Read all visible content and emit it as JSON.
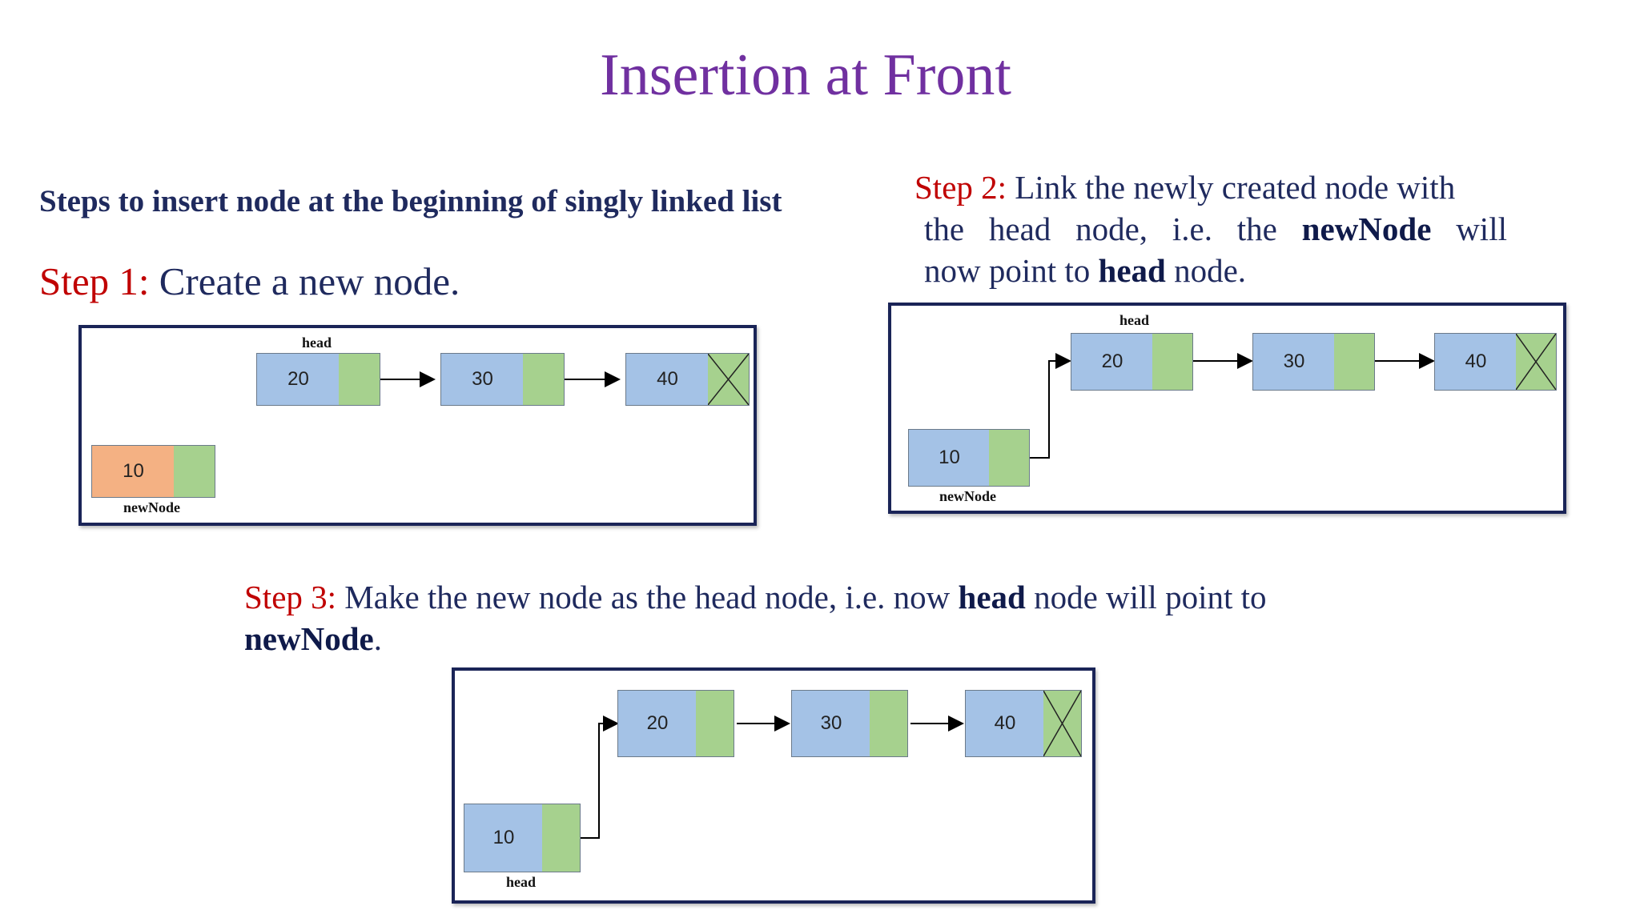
{
  "title": "Insertion at Front",
  "intro": "Steps to insert node at the beginning of singly linked list",
  "step1": {
    "label": "Step 1:",
    "text": " Create a new node."
  },
  "step2": {
    "label": "Step 2:",
    "line1": " Link the newly created node with",
    "line2a": "the head node, i.e. the ",
    "line2b": "newNode",
    "line2c": " will",
    "line3a": "now  point to ",
    "line3b": "head",
    "line3c": " node."
  },
  "step3": {
    "label": "Step 3:",
    "text_a": " Make the new node as the head node, i.e. now ",
    "text_b": "head",
    "text_c": " node will point to",
    "text_d": "newNode",
    "text_e": "."
  },
  "diagram1": {
    "head_label": "head",
    "new_label": "newNode",
    "list": [
      "20",
      "30",
      "40"
    ],
    "new_value": "10"
  },
  "diagram2": {
    "head_label": "head",
    "new_label": "newNode",
    "list": [
      "20",
      "30",
      "40"
    ],
    "new_value": "10"
  },
  "diagram3": {
    "head_label": "head",
    "list": [
      "20",
      "30",
      "40"
    ],
    "new_value": "10"
  },
  "colors": {
    "title": "#7030a0",
    "step_label": "#c00000",
    "data_box": "#a4c2e6",
    "pointer_box": "#a6d18e",
    "new_node_box": "#f4b183",
    "panel_border": "#1a2457"
  }
}
